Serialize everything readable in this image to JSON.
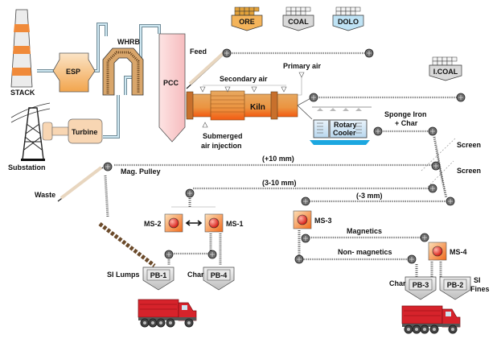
{
  "diagram": {
    "title": "Sponge iron plant process flow",
    "colors": {
      "orange_light": "#fde2bf",
      "orange": "#f2a04a",
      "kiln": "#e9a352",
      "kiln_hot": "#f26a1b",
      "pcc_pink": "#fbd3d4",
      "pipe_blue": "#cfe8f2",
      "cooler_blue": "#cfe6f7",
      "bin_grey": "#d9d9d9",
      "truck_red": "#d6232b",
      "separator_red": "#e8341f"
    },
    "labels": {
      "stack": "STACK",
      "esp": "ESP",
      "whrb": "WHRB",
      "pcc": "PCC",
      "turbine": "Turbine",
      "substation": "Substation",
      "feed": "Feed",
      "secondary_air": "Secondary air",
      "primary_air": "Primary air",
      "kiln": "Kiln",
      "submerged_1": "Submerged",
      "submerged_2": "air injection",
      "rotary_1": "Rotary",
      "rotary_2": "Cooler",
      "sponge_1": "Sponge Iron",
      "sponge_2": "+ Char",
      "screen_1": "Screen",
      "screen_2": "Screen",
      "plus10": "(+10 mm)",
      "mid": "(3-10 mm)",
      "minus3": "(-3 mm)",
      "mag_pulley": "Mag. Pulley",
      "waste": "Waste",
      "ms1": "MS-1",
      "ms2": "MS-2",
      "ms3": "MS-3",
      "ms4": "MS-4",
      "magnetics": "Magnetics",
      "non_magnetics": "Non- magnetics",
      "si_lumps": "SI Lumps",
      "char_left": "Char",
      "char_right": "Char",
      "si_fines_1": "SI",
      "si_fines_2": "Fines",
      "pb1": "PB-1",
      "pb2": "PB-2",
      "pb3": "PB-3",
      "pb4": "PB-4"
    },
    "hoppers": [
      {
        "label": "ORE",
        "fill": "#f4b45a"
      },
      {
        "label": "COAL",
        "fill": "#d9d9d9"
      },
      {
        "label": "DOLO",
        "fill": "#bfe3f5"
      },
      {
        "label": "I.COAL",
        "fill": "#d9d9d9"
      }
    ]
  }
}
